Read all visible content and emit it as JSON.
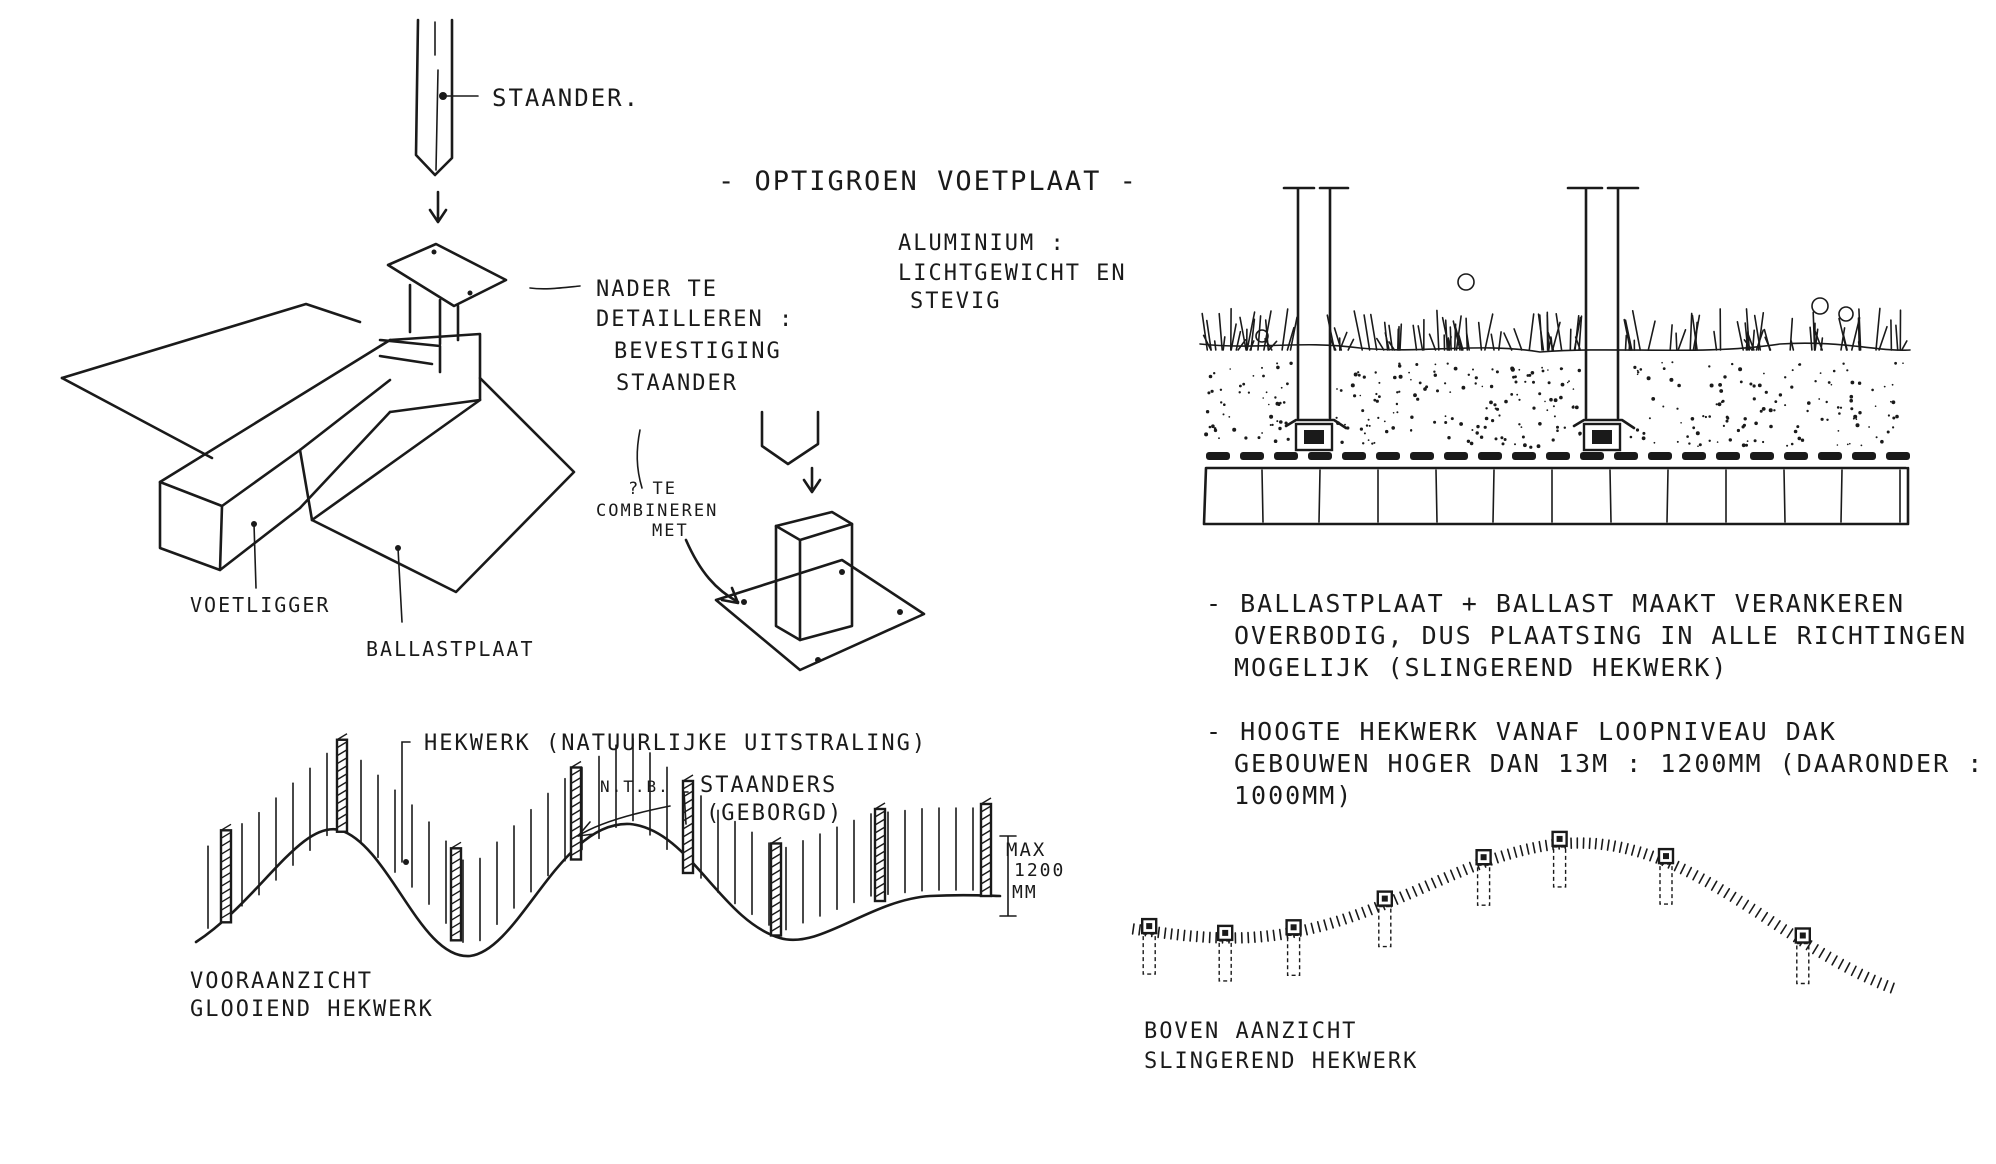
{
  "labels": {
    "staander": "STAANDER.",
    "title": "- OPTIGROEN   VOETPLAAT -",
    "material": [
      "ALUMINIUM :",
      "LICHTGEWICHT EN",
      "STEVIG"
    ],
    "detail": [
      "NADER TE",
      "DETAILLEREN :",
      "BEVESTIGING",
      "STAANDER"
    ],
    "combine": [
      "? TE",
      "COMBINEREN",
      "MET"
    ],
    "voetligger": "VOETLIGGER",
    "ballastplaat": "BALLASTPLAAT",
    "hekwerk": "HEKWERK (NATUURLIJKE UITSTRALING)",
    "ntb": "N.T.B.",
    "staanders": [
      "STAANDERS",
      "(GEBORGD)"
    ],
    "max": [
      "MAX",
      "1200",
      "MM"
    ],
    "front_view": [
      "VOORAANZICHT",
      "GLOOIEND HEKWERK"
    ],
    "top_view": [
      "BOVEN AANZICHT",
      "SLINGEREND HEKWERK"
    ],
    "note1": [
      "- BALLASTPLAAT + BALLAST MAAKT VERANKEREN",
      "OVERBODIG, DUS PLAATSING IN ALLE RICHTINGEN",
      "MOGELIJK (SLINGEREND HEKWERK)"
    ],
    "note2": [
      "- HOOGTE HEKWERK VANAF LOOPNIVEAU DAK",
      "GEBOUWEN HOGER DAN 13M : 1200MM (DAARONDER :",
      "1000MM)"
    ]
  },
  "colors": {
    "ink": "#1a1a1a",
    "paper": "#ffffff"
  }
}
